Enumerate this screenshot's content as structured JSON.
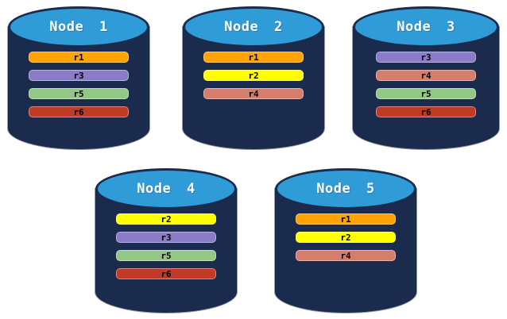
{
  "colors": {
    "background": "#ffffff",
    "cylinder_body": "#1b2b4d",
    "cylinder_top": "#2f9cd8",
    "title_text": "#ffffff",
    "record_text": "#000000"
  },
  "record_colors": {
    "r1": "#ffa303",
    "r2": "#ffff00",
    "r3": "#8b7cc8",
    "r4": "#d57e6d",
    "r5": "#92c785",
    "r6": "#c03a26"
  },
  "nodes": [
    {
      "label": "Node 1",
      "records": [
        "r1",
        "r3",
        "r5",
        "r6"
      ]
    },
    {
      "label": "Node 2",
      "records": [
        "r1",
        "r2",
        "r4"
      ]
    },
    {
      "label": "Node 3",
      "records": [
        "r3",
        "r4",
        "r5",
        "r6"
      ]
    },
    {
      "label": "Node 4",
      "records": [
        "r2",
        "r3",
        "r5",
        "r6"
      ]
    },
    {
      "label": "Node 5",
      "records": [
        "r1",
        "r2",
        "r4"
      ]
    }
  ]
}
